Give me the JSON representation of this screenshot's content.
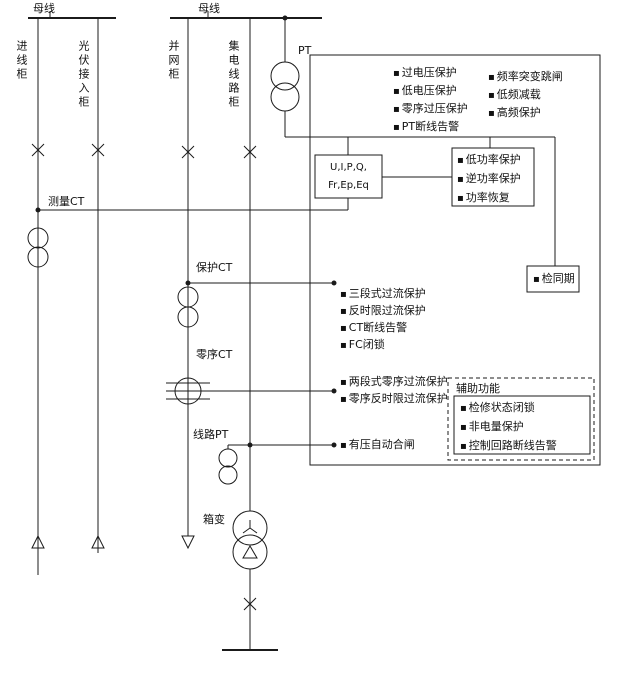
{
  "diagram": {
    "busbar1_label": "母线",
    "busbar2_label": "母线",
    "feeders": [
      {
        "label": "进线柜"
      },
      {
        "label": "光伏接入柜"
      },
      {
        "label": "并网柜"
      },
      {
        "label": "集电线路柜"
      }
    ],
    "pt_label": "PT",
    "measure_ct_label": "测量CT",
    "protect_ct_label": "保护CT",
    "zero_ct_label": "零序CT",
    "line_pt_label": "线路PT",
    "transformer_label": "箱变",
    "bullet": "▪",
    "measurement_box": {
      "line1": "U,I,P,Q,",
      "line2": "Fr,Ep,Eq"
    },
    "voltage_list": [
      "过电压保护",
      "低电压保护",
      "零序过压保护",
      "PT断线告警"
    ],
    "frequency_list": [
      "频率突变跳闸",
      "低频减载",
      "高频保护"
    ],
    "power_list": [
      "低功率保护",
      "逆功率保护",
      "功率恢复"
    ],
    "overcurrent_list": [
      "三段式过流保护",
      "反时限过流保护",
      "CT断线告警",
      "FC闭锁"
    ],
    "zero_seq_list": [
      "两段式零序过流保护",
      "零序反时限过流保护"
    ],
    "reclose_item": "有压自动合闸",
    "sync_check_item": "检同期",
    "aux_box": {
      "title": "辅助功能",
      "items": [
        "检修状态闭锁",
        "非电量保护",
        "控制回路断线告警"
      ]
    }
  }
}
